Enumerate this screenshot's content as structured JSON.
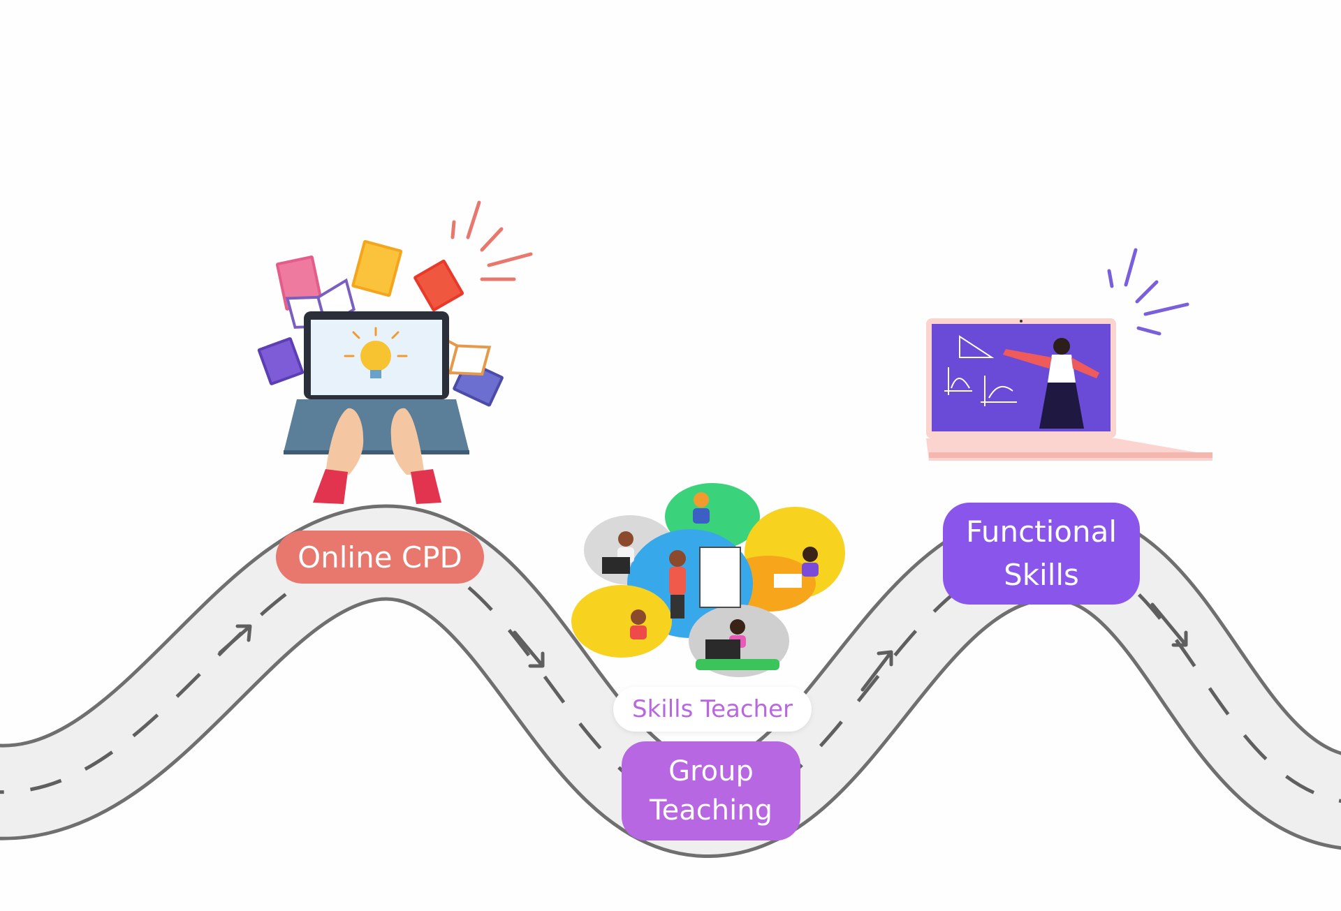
{
  "colors": {
    "road_fill": "#efefef",
    "road_edge": "#6f6f6f",
    "road_dash": "#5f5f5f",
    "cpd_pill": "#e8776d",
    "group_pill": "#b767e2",
    "functional_pill": "#8a55ea",
    "skills_teacher_text": "#b967e0"
  },
  "labels": {
    "online_cpd": "Online CPD",
    "group_teaching_line1": "Group",
    "group_teaching_line2": "Teaching",
    "skills_teacher": "Skills Teacher",
    "functional_skills_line1": "Functional",
    "functional_skills_line2": "Skills"
  },
  "icons": {
    "cpd": "laptop-typing-with-books-illustration",
    "group": "group-video-call-illustration",
    "functional": "laptop-teacher-lesson-illustration",
    "road_arrows": "arrow-icon"
  }
}
